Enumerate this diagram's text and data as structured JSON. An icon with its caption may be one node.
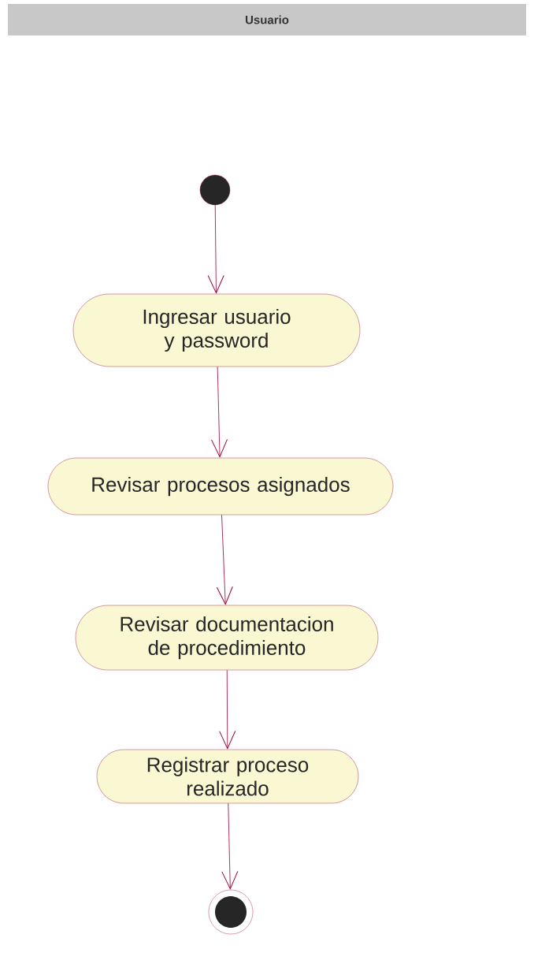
{
  "diagram": {
    "nodes": [
      {
        "text": [
          "Usuario"
        ]
      },
      {
        "text": [],
        "shape": "circle"
      },
      {
        "text": [
          "Ingresar usuario y password"
        ]
      },
      {
        "text": [
          "Revisar procesos asignados"
        ]
      },
      {
        "text": [
          "Revisar documentacion de procedimiento"
        ]
      },
      {
        "text": [
          "Registrar proceso realizado"
        ]
      },
      {
        "text": [],
        "shape": "circle"
      }
    ],
    "edges": [
      {
        "from": 1,
        "to": 2,
        "arrow": "to"
      },
      {
        "from": 2,
        "to": 3,
        "arrow": "to"
      },
      {
        "from": 3,
        "to": 4,
        "arrow": "to"
      },
      {
        "from": 4,
        "to": 5,
        "arrow": "to"
      },
      {
        "from": 5,
        "to": 6,
        "arrow": "to"
      }
    ]
  }
}
